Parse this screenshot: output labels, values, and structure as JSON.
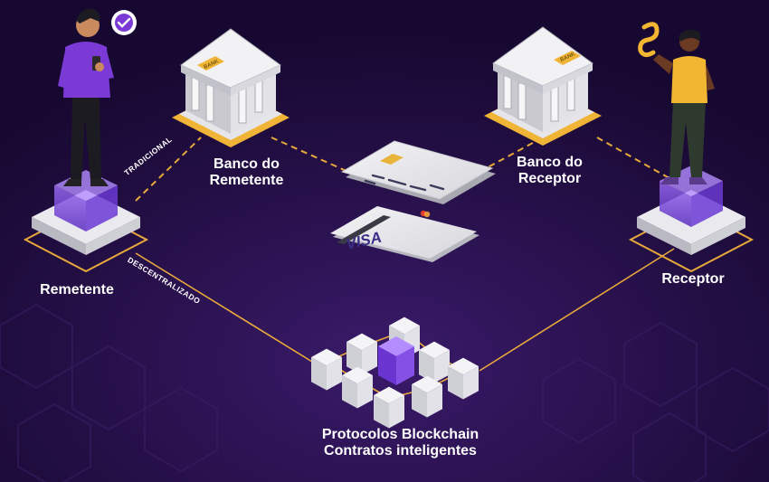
{
  "nodes": {
    "sender": {
      "label": "Remetente"
    },
    "receiver": {
      "label": "Receptor"
    },
    "sender_bank": {
      "line1": "Banco do",
      "line2": "Remetente",
      "sign": "BANK"
    },
    "receiver_bank": {
      "line1": "Banco do",
      "line2": "Receptor",
      "sign": "BANK"
    },
    "blockchain": {
      "line1": "Protocolos Blockchain",
      "line2": "Contratos inteligentes"
    }
  },
  "edges": {
    "traditional": {
      "label": "TRADICIONAL"
    },
    "decentralized": {
      "label": "DESCENTRALIZADO"
    }
  },
  "card": {
    "brand": "VISA"
  },
  "colors": {
    "background": "#1e0c3a",
    "line": "#e8a93c",
    "platform_glow": "#7a4ad8",
    "text": "#ffffff"
  }
}
